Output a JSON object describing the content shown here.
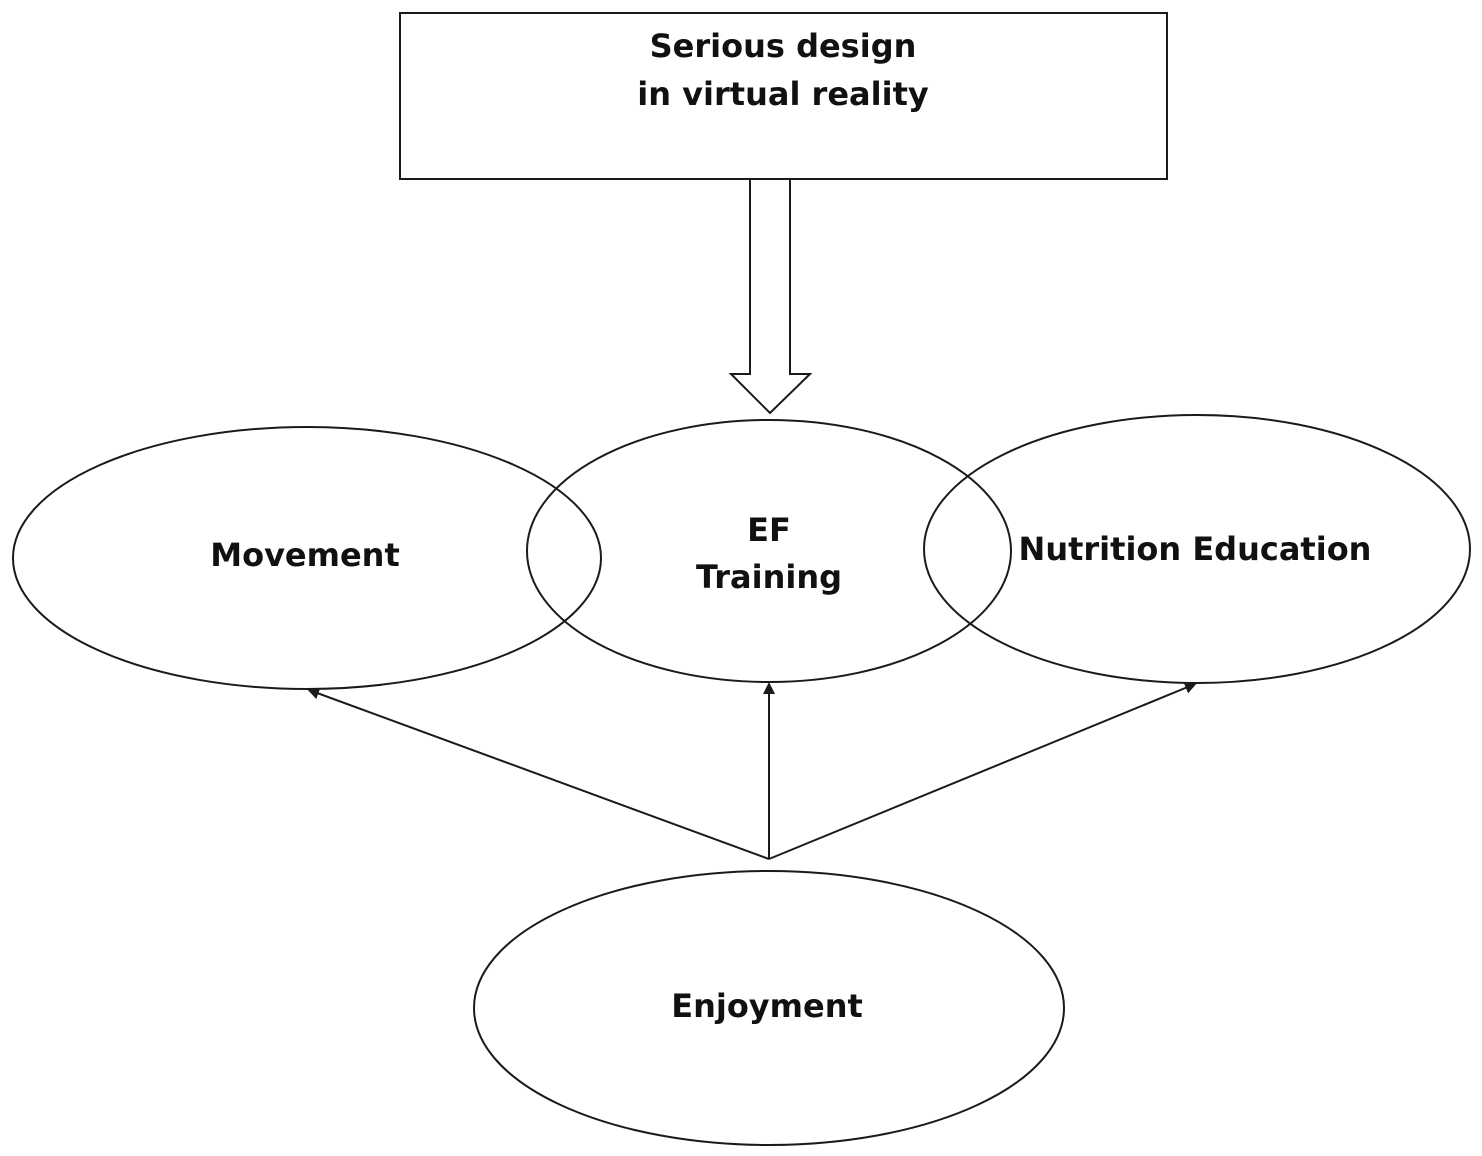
{
  "diagram": {
    "top_box": {
      "line1": "Serious design",
      "line2": "in virtual reality"
    },
    "nodes": {
      "movement": "Movement",
      "ef_line1": "EF",
      "ef_line2": "Training",
      "nutrition": "Nutrition Education",
      "enjoyment": "Enjoyment"
    }
  }
}
